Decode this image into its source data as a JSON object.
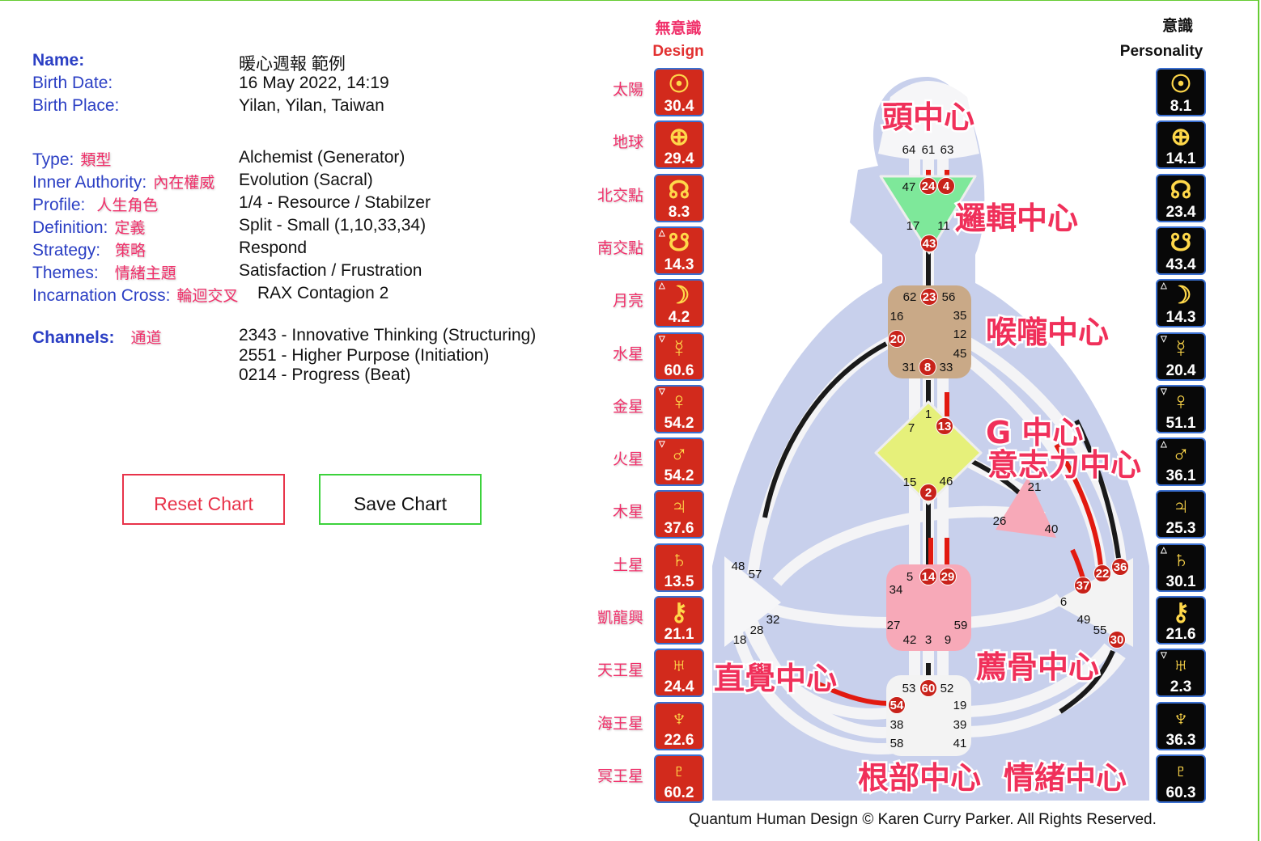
{
  "info": {
    "name": {
      "label": "Name:",
      "value": "暖心週報 範例"
    },
    "birth_date": {
      "label": "Birth Date:",
      "value": "16 May 2022, 14:19"
    },
    "birth_place": {
      "label": "Birth Place:",
      "value": "Yilan, Yilan, Taiwan"
    },
    "type": {
      "label": "Type:",
      "cn": "類型",
      "value": "Alchemist (Generator)"
    },
    "authority": {
      "label": "Inner Authority:",
      "cn": "內在權威",
      "value": "Evolution (Sacral)"
    },
    "profile": {
      "label": "Profile:",
      "cn": "人生角色",
      "value": "1/4 - Resource / Stabilzer"
    },
    "definition": {
      "label": "Definition:",
      "cn": "定義",
      "value": "Split - Small (1,10,33,34)"
    },
    "strategy": {
      "label": "Strategy:",
      "cn": "策略",
      "value": "Respond"
    },
    "themes": {
      "label": "Themes:",
      "cn": "情緒主題",
      "value": "Satisfaction / Frustration"
    },
    "cross": {
      "label": "Incarnation Cross:",
      "cn": "輪迴交叉",
      "value": "RAX Contagion 2"
    },
    "channels": {
      "label": "Channels:",
      "cn": "通道",
      "values": [
        "2343 - Innovative Thinking (Structuring)",
        "2551 - Higher Purpose (Initiation)",
        "0214 - Progress (Beat)"
      ]
    }
  },
  "buttons": {
    "reset": "Reset Chart",
    "save": "Save Chart"
  },
  "design": {
    "cn": "無意識",
    "title": "Design"
  },
  "personality": {
    "cn": "意識",
    "title": "Personality"
  },
  "planets": [
    {
      "cn": "太陽",
      "glyph": "☉",
      "design": "30.4",
      "personality": "8.1",
      "dmark": "",
      "pmark": ""
    },
    {
      "cn": "地球",
      "glyph": "⊕",
      "design": "29.4",
      "personality": "14.1",
      "dmark": "",
      "pmark": ""
    },
    {
      "cn": "北交點",
      "glyph": "☊",
      "design": "8.3",
      "personality": "23.4",
      "dmark": "",
      "pmark": ""
    },
    {
      "cn": "南交點",
      "glyph": "☋",
      "design": "14.3",
      "personality": "43.4",
      "dmark": "△",
      "pmark": ""
    },
    {
      "cn": "月亮",
      "glyph": "☽",
      "design": "4.2",
      "personality": "14.3",
      "dmark": "△",
      "pmark": "△"
    },
    {
      "cn": "水星",
      "glyph": "☿",
      "design": "60.6",
      "personality": "20.4",
      "dmark": "▽",
      "pmark": "▽"
    },
    {
      "cn": "金星",
      "glyph": "♀",
      "design": "54.2",
      "personality": "51.1",
      "dmark": "▽",
      "pmark": "▽"
    },
    {
      "cn": "火星",
      "glyph": "♂",
      "design": "54.2",
      "personality": "36.1",
      "dmark": "▽",
      "pmark": "△"
    },
    {
      "cn": "木星",
      "glyph": "♃",
      "design": "37.6",
      "personality": "25.3",
      "dmark": "",
      "pmark": ""
    },
    {
      "cn": "土星",
      "glyph": "♄",
      "design": "13.5",
      "personality": "30.1",
      "dmark": "",
      "pmark": "△"
    },
    {
      "cn": "凱龍興",
      "glyph": "⚷",
      "design": "21.1",
      "personality": "21.6",
      "dmark": "",
      "pmark": ""
    },
    {
      "cn": "天王星",
      "glyph": "♅",
      "design": "24.4",
      "personality": "2.3",
      "dmark": "",
      "pmark": "▽"
    },
    {
      "cn": "海王星",
      "glyph": "♆",
      "design": "22.6",
      "personality": "36.3",
      "dmark": "",
      "pmark": ""
    },
    {
      "cn": "冥王星",
      "glyph": "♇",
      "design": "60.2",
      "personality": "60.3",
      "dmark": "",
      "pmark": ""
    }
  ],
  "centers": [
    {
      "id": "head",
      "label": "頭中心",
      "gates": [
        "64",
        "61",
        "63"
      ],
      "active": []
    },
    {
      "id": "ajna",
      "label": "邏輯中心",
      "gates": [
        "47",
        "24",
        "4",
        "17",
        "11",
        "43"
      ],
      "active": [
        "24",
        "4",
        "43"
      ]
    },
    {
      "id": "throat",
      "label": "喉嚨中心",
      "gates": [
        "62",
        "23",
        "56",
        "16",
        "35",
        "20",
        "12",
        "45",
        "31",
        "8",
        "33"
      ],
      "active": [
        "23",
        "20",
        "8"
      ]
    },
    {
      "id": "g",
      "label": "G 中心",
      "gates": [
        "1",
        "7",
        "13",
        "15",
        "46",
        "2"
      ],
      "active": [
        "13",
        "2"
      ]
    },
    {
      "id": "ego",
      "label": "意志力中心",
      "gates": [
        "21",
        "26",
        "40"
      ],
      "active": []
    },
    {
      "id": "spleen",
      "label": "直覺中心",
      "gates": [
        "48",
        "57",
        "32",
        "28",
        "18"
      ],
      "active": []
    },
    {
      "id": "sacral",
      "label": "薦骨中心",
      "gates": [
        "5",
        "14",
        "29",
        "34",
        "27",
        "59",
        "42",
        "3",
        "9"
      ],
      "active": [
        "14",
        "29"
      ]
    },
    {
      "id": "solar",
      "label": "情緒中心",
      "gates": [
        "6",
        "37",
        "22",
        "36",
        "49",
        "55",
        "30"
      ],
      "active": [
        "37",
        "22",
        "36",
        "30"
      ]
    },
    {
      "id": "root",
      "label": "根部中心",
      "gates": [
        "53",
        "60",
        "52",
        "54",
        "19",
        "38",
        "39",
        "58",
        "41"
      ],
      "active": [
        "60",
        "54"
      ]
    }
  ],
  "colors": {
    "design": "#d22a1c",
    "personality": "#080808",
    "accent": "#f0306a",
    "label": "#2b3fc4"
  },
  "footer": "Quantum Human Design © Karen Curry Parker. All Rights Reserved."
}
